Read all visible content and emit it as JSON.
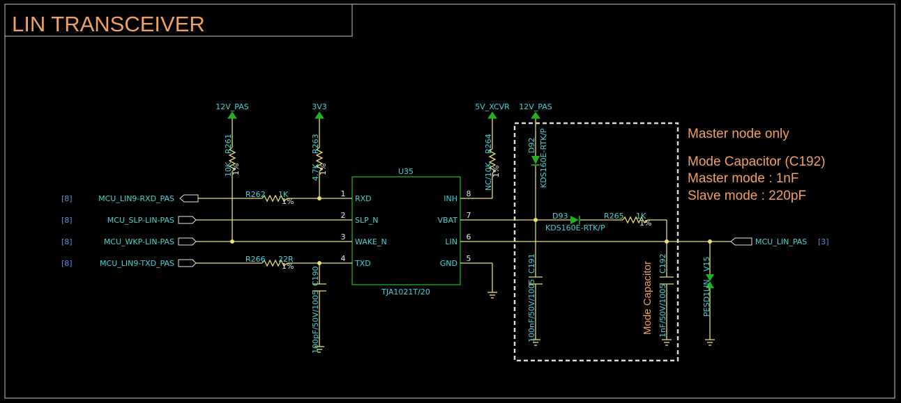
{
  "title": "LIN TRANSCEIVER",
  "notes": {
    "master_only": "Master node only",
    "mode_cap_title": "Mode Capacitor (C192)",
    "master_mode": "Master mode : 1nF",
    "slave_mode": "Slave mode : 220pF",
    "mode_cap_label": "Mode Capacitor"
  },
  "power": {
    "p1": "12V_PAS",
    "p2": "3V3",
    "p3": "5V_XCVR",
    "p4": "12V_PAS"
  },
  "ports": {
    "rxd": {
      "ref": "[8]",
      "name": "MCU_LIN9-RXD_PAS"
    },
    "slp": {
      "ref": "[8]",
      "name": "MCU_SLP-LIN-PAS"
    },
    "wkp": {
      "ref": "[8]",
      "name": "MCU_WKP-LIN-PAS"
    },
    "txd": {
      "ref": "[8]",
      "name": "MCU_LIN9-TXD_PAS"
    },
    "lin": {
      "ref": "[3]",
      "name": "MCU_LIN_PAS"
    }
  },
  "ic": {
    "ref": "U35",
    "part": "TJA1021T/20",
    "pins": {
      "rxd": {
        "num": "1",
        "name": "RXD"
      },
      "slp": {
        "num": "2",
        "name": "SLP_N"
      },
      "wake": {
        "num": "3",
        "name": "WAKE_N"
      },
      "txd": {
        "num": "4",
        "name": "TXD"
      },
      "inh": {
        "num": "8",
        "name": "INH"
      },
      "vbat": {
        "num": "7",
        "name": "VBAT"
      },
      "lin": {
        "num": "6",
        "name": "LIN"
      },
      "gnd": {
        "num": "5",
        "name": "GND"
      }
    }
  },
  "components": {
    "r261": {
      "ref": "R261",
      "value": "10K",
      "tol": "1%"
    },
    "r263": {
      "ref": "R263",
      "value": "4.7K",
      "tol": "1%"
    },
    "r264": {
      "ref": "R264",
      "value": "NC/10K",
      "tol": "1%"
    },
    "r262": {
      "ref": "R262",
      "value": "1K",
      "tol": "1%"
    },
    "r266": {
      "ref": "R266",
      "value": "22R",
      "tol": "1%"
    },
    "r265": {
      "ref": "R265",
      "value": "1K",
      "tol": "1%"
    },
    "c190": {
      "ref": "C190",
      "value": "100pF/50V/1005"
    },
    "c191": {
      "ref": "C191",
      "value": "100nF/50V/1005"
    },
    "c192": {
      "ref": "C192",
      "value": "1nF/50V/1005"
    },
    "d92": {
      "ref": "D92",
      "value": "KDS160E-RTK/P"
    },
    "d93": {
      "ref": "D93",
      "value": "KDS160E-RTK/P"
    },
    "v15": {
      "ref": "V15",
      "value": "PESD1LIN"
    }
  },
  "colors": {
    "wire": "#e8e070",
    "power": "#20b020",
    "label": "#45d4d4",
    "note": "#f0a060",
    "background": "#000000"
  }
}
